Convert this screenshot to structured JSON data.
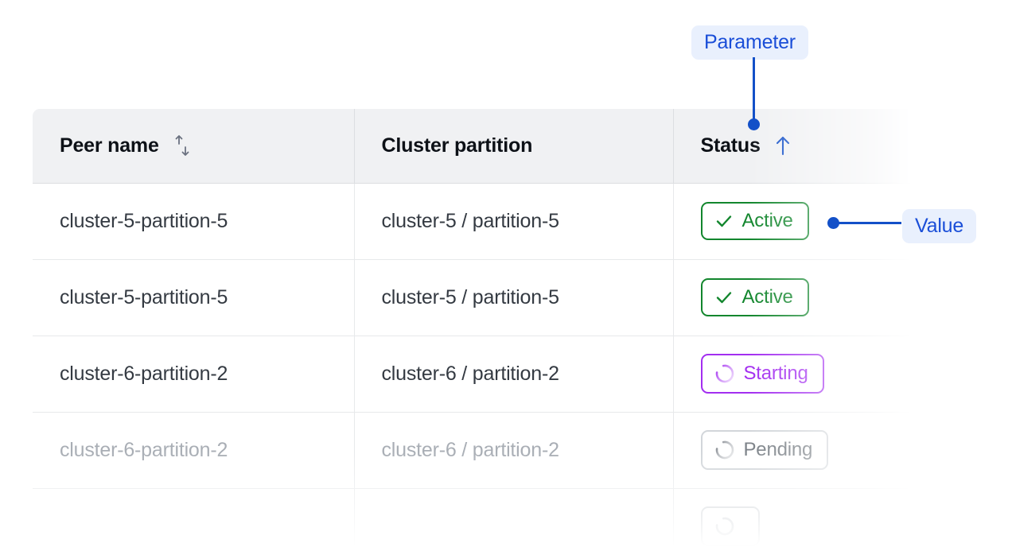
{
  "table": {
    "columns": [
      {
        "label": "Peer name",
        "sort_icon": "sort-ascending-descending-icon",
        "sorted": false
      },
      {
        "label": "Cluster partition",
        "sort_icon": null,
        "sorted": false
      },
      {
        "label": "Status",
        "sort_icon": "arrow-up-icon",
        "sorted": true
      }
    ],
    "rows": [
      {
        "peer_name": "cluster-5-partition-5",
        "cluster_partition": "cluster-5 / partition-5",
        "status": {
          "label": "Active",
          "icon": "check-icon",
          "variant": "active"
        },
        "muted": false
      },
      {
        "peer_name": "cluster-5-partition-5",
        "cluster_partition": "cluster-5 / partition-5",
        "status": {
          "label": "Active",
          "icon": "check-icon",
          "variant": "active"
        },
        "muted": false
      },
      {
        "peer_name": "cluster-6-partition-2",
        "cluster_partition": "cluster-6 / partition-2",
        "status": {
          "label": "Starting",
          "icon": "spinner-icon",
          "variant": "starting"
        },
        "muted": false
      },
      {
        "peer_name": "cluster-6-partition-2",
        "cluster_partition": "cluster-6 / partition-2",
        "status": {
          "label": "Pending",
          "icon": "spinner-icon",
          "variant": "pending"
        },
        "muted": true
      },
      {
        "peer_name": "",
        "cluster_partition": "",
        "status": {
          "label": "",
          "icon": "spinner-icon",
          "variant": "pending"
        },
        "muted": true
      }
    ]
  },
  "annotations": {
    "parameter": {
      "label": "Parameter"
    },
    "value": {
      "label": "Value"
    }
  },
  "colors": {
    "accent_blue": "#1350c8",
    "annotation_pill_bg": "#e9f0fd",
    "annotation_text": "#1a4ed8",
    "status_active": "#12862d",
    "status_starting": "#a32ef0",
    "status_pending": "#8d9299",
    "header_bg": "#f0f1f3",
    "border": "#e7e9eb",
    "text": "#343a42",
    "text_muted": "#a9aeb5"
  }
}
